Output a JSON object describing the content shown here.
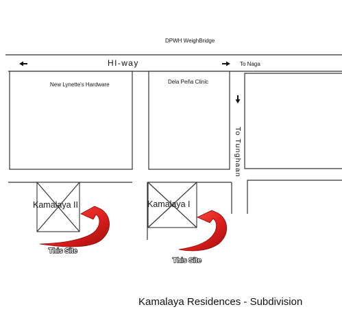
{
  "labels": {
    "weighbridge": "DPWH WeighBridge",
    "highway": "HI-way",
    "to_naga": "To Naga",
    "hardware": "New Lynette's Hardware",
    "clinic": "Dela Peña Clinic",
    "to_tunghaan": "To Tunghaan",
    "lot_left": "Kamalaya II",
    "lot_right": "Kamalaya I",
    "site_left": "This Site",
    "site_right": "This Site",
    "caption": "Kamalaya Residences - Subdivision"
  },
  "icons": {
    "west_arrow": "arrow-left-icon",
    "east_arrow": "arrow-right-icon",
    "south_arrow": "arrow-down-icon",
    "site_pointer": "curved-red-arrow-icon"
  },
  "colors": {
    "pointer_red": "#e0201e",
    "pointer_dark": "#a00d0b",
    "outline": "#333333"
  }
}
